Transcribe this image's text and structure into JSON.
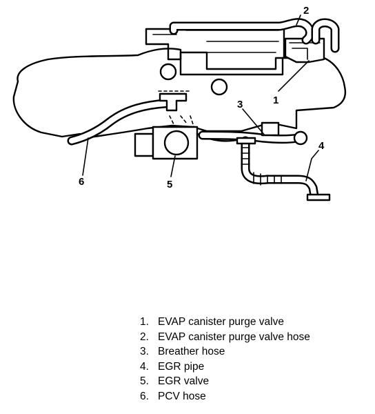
{
  "callouts": {
    "c1": "1",
    "c2": "2",
    "c3": "3",
    "c4": "4",
    "c5": "5",
    "c6": "6"
  },
  "legend": [
    {
      "num": "1.",
      "text": "EVAP canister purge valve"
    },
    {
      "num": "2.",
      "text": "EVAP canister purge valve hose"
    },
    {
      "num": "3.",
      "text": "Breather hose"
    },
    {
      "num": "4.",
      "text": "EGR pipe"
    },
    {
      "num": "5.",
      "text": "EGR valve"
    },
    {
      "num": "6.",
      "text": "PCV hose"
    }
  ]
}
